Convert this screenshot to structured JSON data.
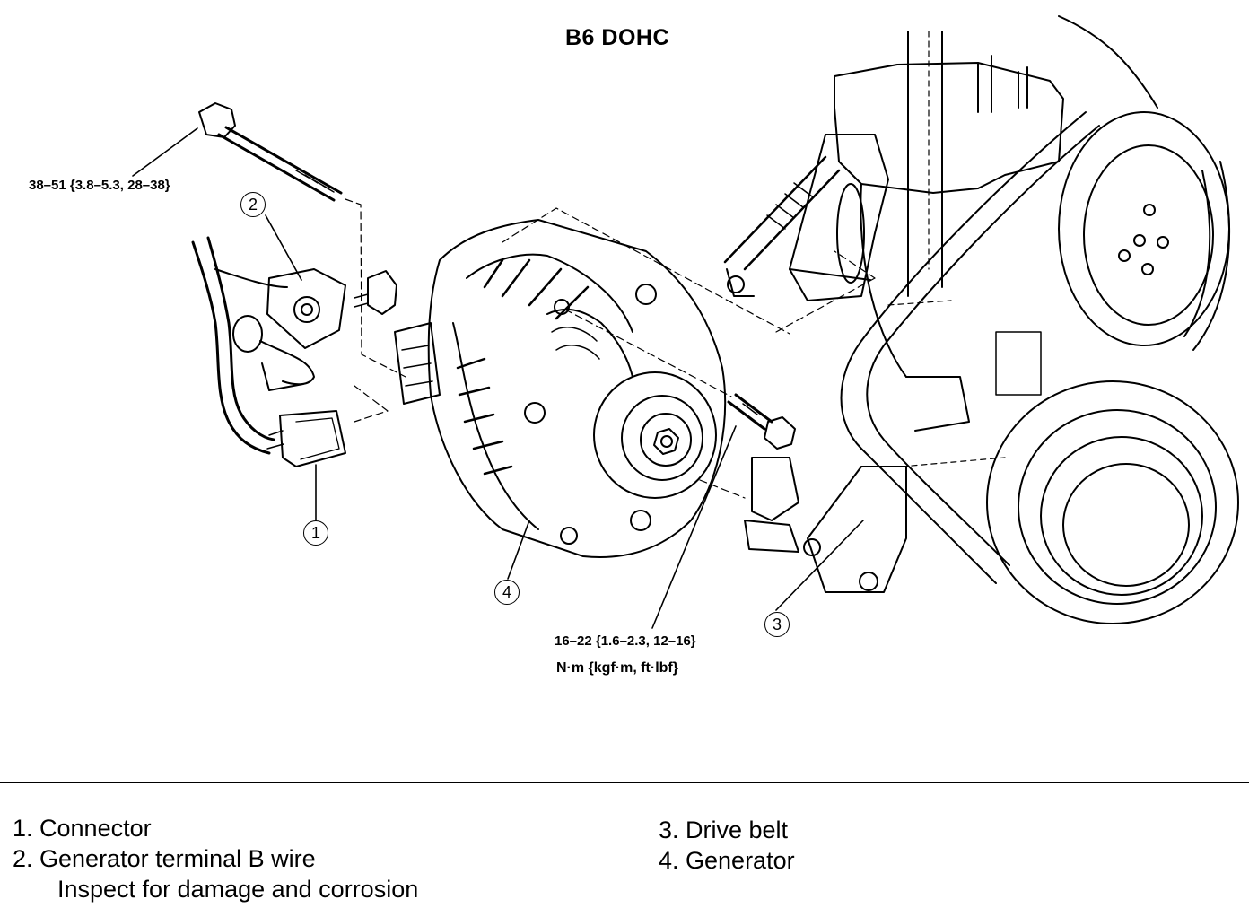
{
  "title": "B6 DOHC",
  "torque": {
    "bolt_upper": "38–51 {3.8–5.3, 28–38}",
    "bolt_lower": "16–22 {1.6–2.3, 12–16}",
    "units": "N·m {kgf·m, ft·lbf}"
  },
  "callouts": [
    "1",
    "2",
    "3",
    "4"
  ],
  "legend": {
    "item1": "1. Connector",
    "item2": "2. Generator terminal B wire",
    "item2_note": "Inspect for damage and corrosion",
    "item3": "3. Drive belt",
    "item4": "4. Generator"
  }
}
